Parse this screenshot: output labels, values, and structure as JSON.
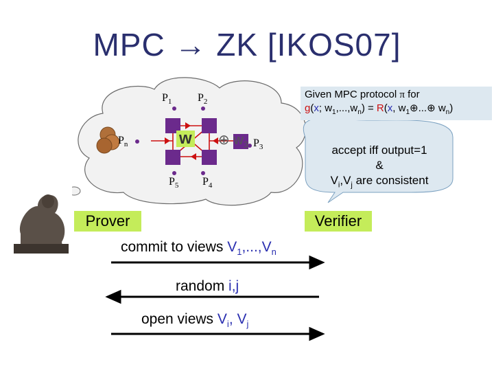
{
  "slide": {
    "title_text": "MPC → ZK  [IKOS07]",
    "title_arrow": "→",
    "title_part1": "MPC",
    "title_part2": "ZK  [IKOS07]"
  },
  "parties": {
    "p1": "P",
    "p1_sub": "1",
    "p2": "P",
    "p2_sub": "2",
    "p3": "P",
    "p3_sub": "3",
    "p4": "P",
    "p4_sub": "4",
    "p5": "P",
    "p5_sub": "5",
    "pn": "P",
    "pn_sub": "n"
  },
  "cloud": {
    "w_label": "w",
    "plus_w3": "⊕ w",
    "plus_w3_sub": "3"
  },
  "given": {
    "line1_a": "Given MPC protocol ",
    "line1_pi": "π",
    "line1_b": " for",
    "line2": "g(x; w1,...,wn) = R(x, w1⊕...⊕ wn)",
    "g": "g",
    "x": "x",
    "R": "R",
    "w1": "w",
    "w1_sub": "1",
    "wn": "w",
    "wn_sub": "n"
  },
  "callout": {
    "line1": "accept iff output=1",
    "line2": "&",
    "line3_a": "V",
    "line3_i": "i",
    "line3_b": ",V",
    "line3_j": "j",
    "line3_c": " are consistent"
  },
  "roles": {
    "prover": "Prover",
    "verifier": "Verifier"
  },
  "messages": {
    "commit_a": "commit to views ",
    "commit_b": "V",
    "commit_b_sub": "1",
    "commit_c": ",...,",
    "commit_d": "V",
    "commit_d_sub": "n",
    "random_a": "random ",
    "random_b": "i,j",
    "open_a": "open views ",
    "open_b": "V",
    "open_b_sub": "i",
    "open_c": ", ",
    "open_d": "V",
    "open_d_sub": "j"
  },
  "colors": {
    "title": "#2a2f6e",
    "party_box": "#6b2a8c",
    "highlight": "#c4ec5a",
    "cloud_fill": "#f2f2f2",
    "accent_red": "#cc1111",
    "accent_blue": "#2a2fb0",
    "given_bg": "#dde8f0"
  },
  "icons": {
    "prover_image": "thinker-statue-icon",
    "coins": "coin-icon",
    "party_box": "party-box-icon"
  }
}
